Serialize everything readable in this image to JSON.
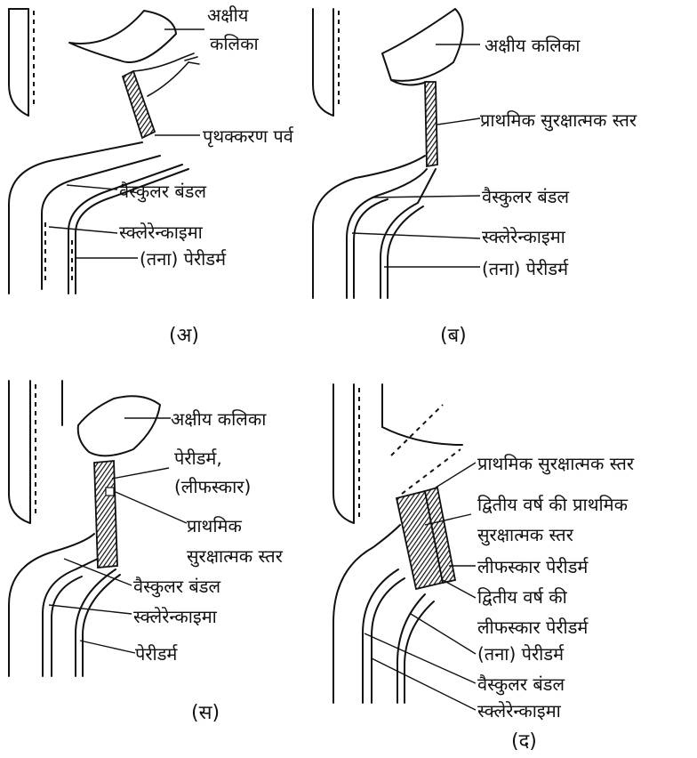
{
  "panels": {
    "a": {
      "caption": "(अ)",
      "axillary_bud_1": "अक्षीय",
      "axillary_bud_2": "कलिका",
      "separation_septum": "पृथक्करण पर्व",
      "vascular_bundle": "वैस्कुलर बंडल",
      "sclerenchyma": "स्क्लेरेन्काइमा",
      "stem_periderm": "(तना) पेरीडर्म"
    },
    "b": {
      "caption": "(ब)",
      "axillary_bud": "अक्षीय कलिका",
      "primary_protective_layer": "प्राथमिक सुरक्षात्मक स्तर",
      "vascular_bundle": "वैस्कुलर बंडल",
      "sclerenchyma": "स्क्लेरेन्काइमा",
      "stem_periderm": "(तना) पेरीडर्म"
    },
    "c": {
      "caption": "(स)",
      "axillary_bud": "अक्षीय कलिका",
      "periderm_1": "पेरीडर्म,",
      "periderm_2": "(लीफस्कार)",
      "primary_protective_1": "प्राथमिक",
      "primary_protective_2": "सुरक्षात्मक स्तर",
      "vascular_bundle": "वैस्कुलर बंडल",
      "sclerenchyma": "स्क्लेरेन्काइमा",
      "periderm": "पेरीडर्म"
    },
    "d": {
      "caption": "(द)",
      "primary_protective_layer": "प्राथमिक सुरक्षात्मक स्तर",
      "second_year_primary_1": "द्वितीय वर्ष की प्राथमिक",
      "second_year_primary_2": "सुरक्षात्मक स्तर",
      "leafscar_periderm": "लीफस्कार पेरीडर्म",
      "second_year_leafscar_1": "द्वितीय वर्ष की",
      "second_year_leafscar_2": "लीफस्कार पेरीडर्म",
      "stem_periderm": "(तना) पेरीडर्म",
      "vascular_bundle": "वैस्कुलर बंडल",
      "sclerenchyma": "स्क्लेरेन्काइमा"
    }
  }
}
